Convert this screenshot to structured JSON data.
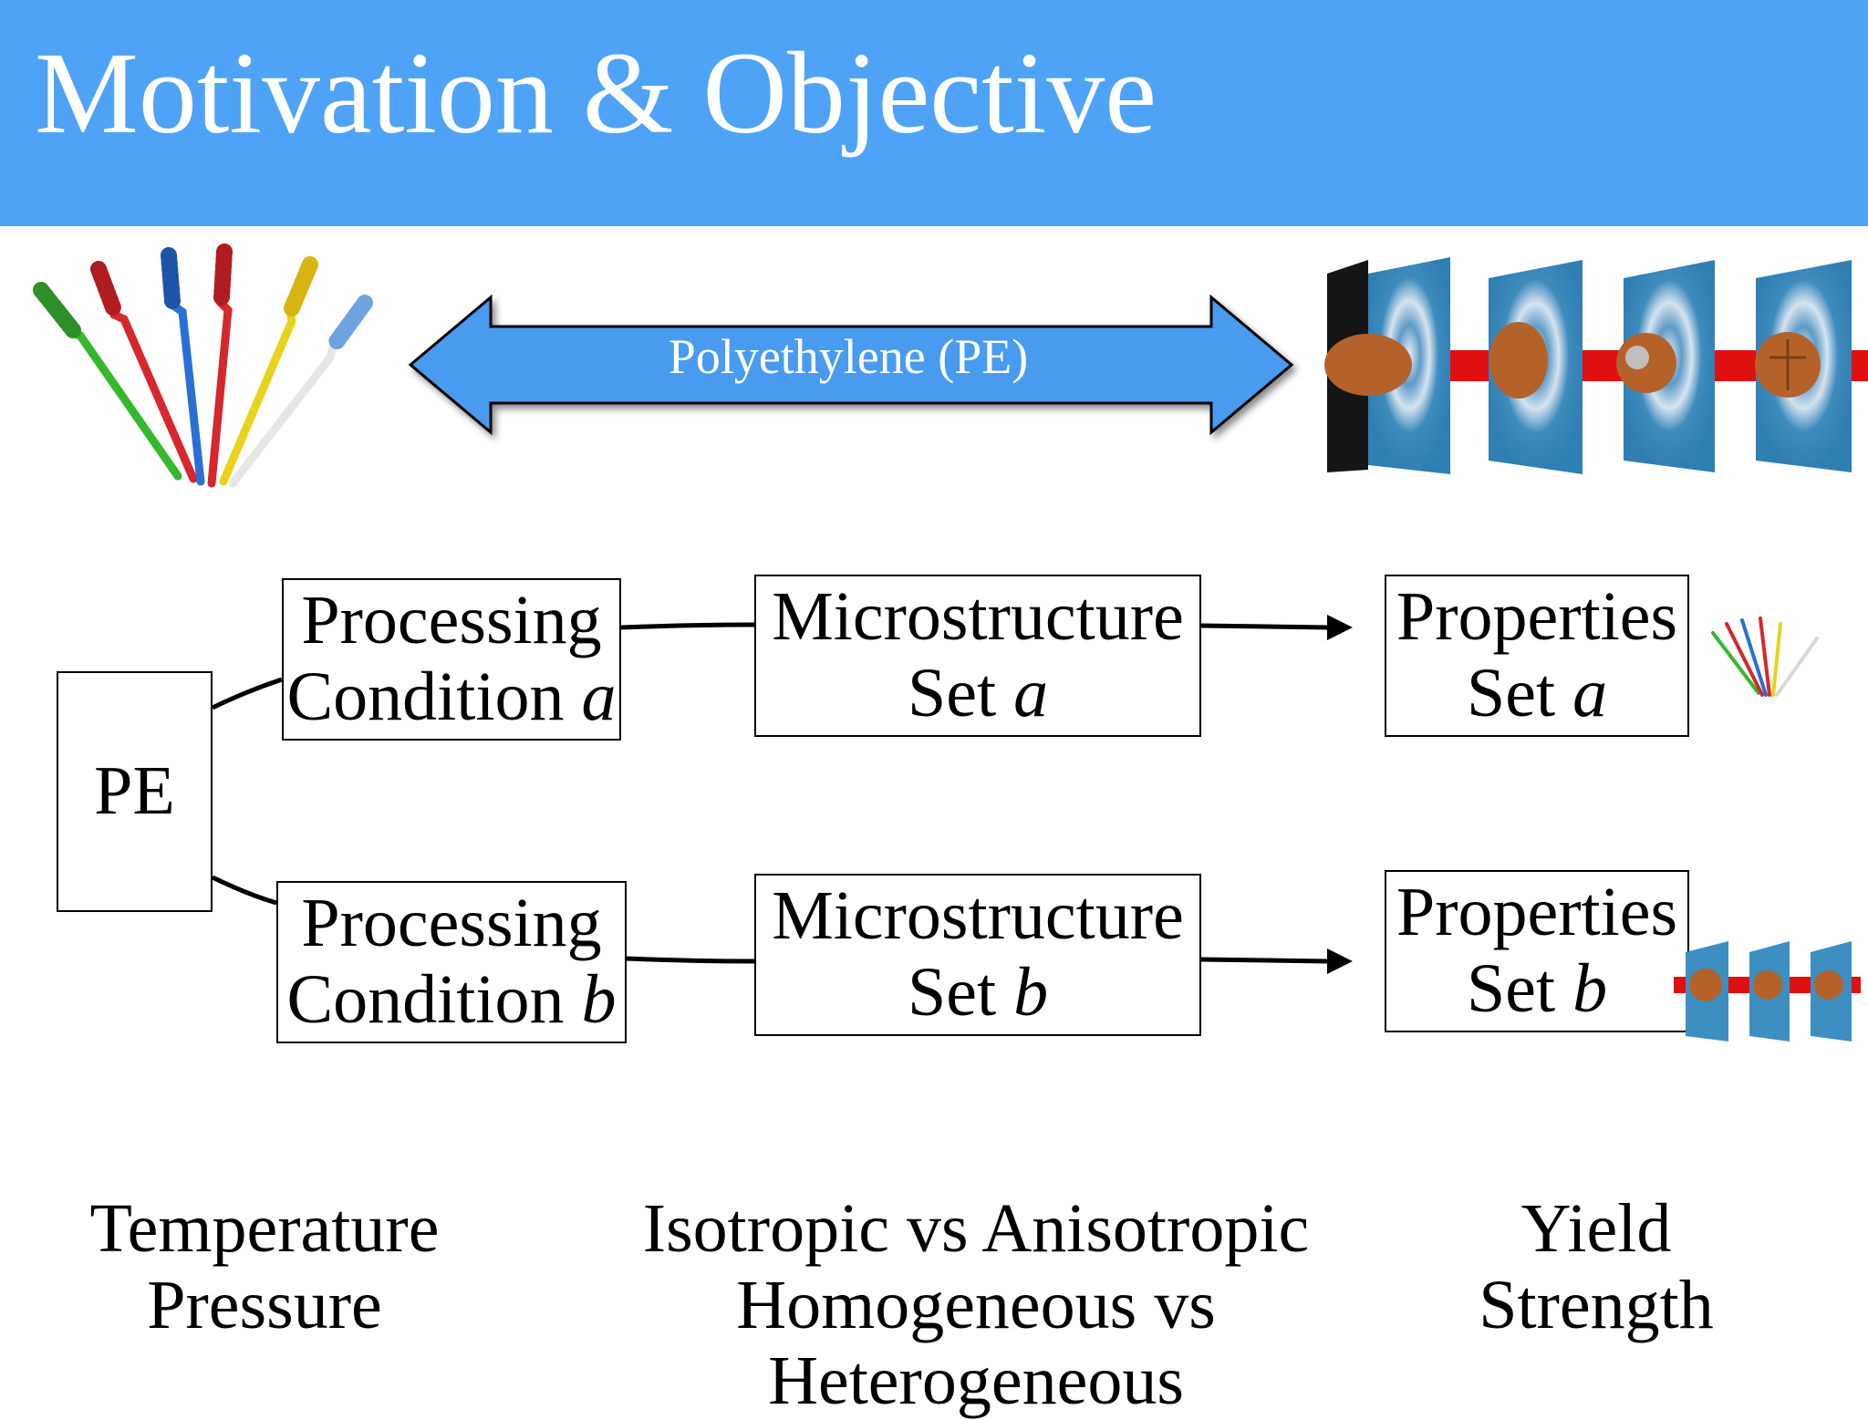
{
  "slide": {
    "title": "Motivation & Objective",
    "banner_label": "Polyethylene (PE)"
  },
  "diagram": {
    "root": "PE",
    "rows": [
      {
        "processing": [
          "Processing",
          "Condition",
          "a"
        ],
        "microstructure": [
          "Microstructure",
          "Set",
          "a"
        ],
        "properties": [
          "Properties",
          "Set",
          "a"
        ]
      },
      {
        "processing": [
          "Processing",
          "Condition",
          "b"
        ],
        "microstructure": [
          "Microstructure",
          "Set",
          "b"
        ],
        "properties": [
          "Properties",
          "Set",
          "b"
        ]
      }
    ]
  },
  "captions": {
    "processing": [
      "Temperature",
      "Pressure"
    ],
    "microstructure": [
      "Isotropic vs Anisotropic",
      "Homogeneous vs Heterogeneous"
    ],
    "properties": [
      "Yield",
      "Strength"
    ]
  },
  "colors": {
    "header": "#4fa3f7",
    "arrow_fill": "#4a9bf0",
    "toothbrushes": [
      "#36b82e",
      "#d6272d",
      "#2a6fd6",
      "#d6272d",
      "#e8d21c",
      "#f2f2f2"
    ],
    "bullet_band": "#e01010",
    "plate": "#3c8fc0",
    "bullet": "#b5622a"
  },
  "icons": [
    "toothbrushes-image",
    "bullet-penetration-image"
  ]
}
